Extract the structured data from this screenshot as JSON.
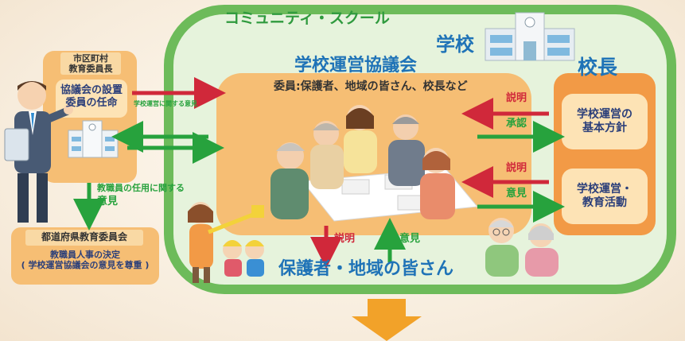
{
  "community_school_label": "コミュニティ・スクール",
  "school_label": "学校",
  "council": {
    "title": "学校運営協議会",
    "members": "委員:保護者、地域の皆さん、校長など"
  },
  "principal": {
    "title": "校長",
    "box1_line1": "学校運営の",
    "box1_line2": "基本方針",
    "box2_line1": "学校運営・",
    "box2_line2": "教育活動"
  },
  "municipal_board": {
    "title_line1": "市区町村",
    "title_line2": "教育委員長",
    "item_line1": "協議会の設置",
    "item_line2": "委員の任命"
  },
  "prefectural_board": {
    "title": "都道府県教育委員会",
    "line1": "教職員人事の決定",
    "line2": "( 学校運営協議会の意見を尊重 )"
  },
  "arrows": {
    "opinion_on_school_management": "学校運営に関する意見",
    "staff_appointment_line1": "教職員の任用に関する",
    "staff_appointment_line2": "意見",
    "explain_top": "説明",
    "approve": "承認",
    "explain_bottom": "説明",
    "opinion_right": "意見",
    "explain_down": "説明",
    "opinion_up": "意見"
  },
  "guardians_label": "保護者・地域の皆さん",
  "colors": {
    "green_frame": "#6dbb5a",
    "green_text": "#2f9a3e",
    "orange_panel": "#f6be74",
    "principal_panel": "#f29a46",
    "blue_title": "#1f73b7",
    "red_arrow": "#d0283a",
    "green_arrow": "#27a23d",
    "big_arrow": "#f2a229"
  }
}
